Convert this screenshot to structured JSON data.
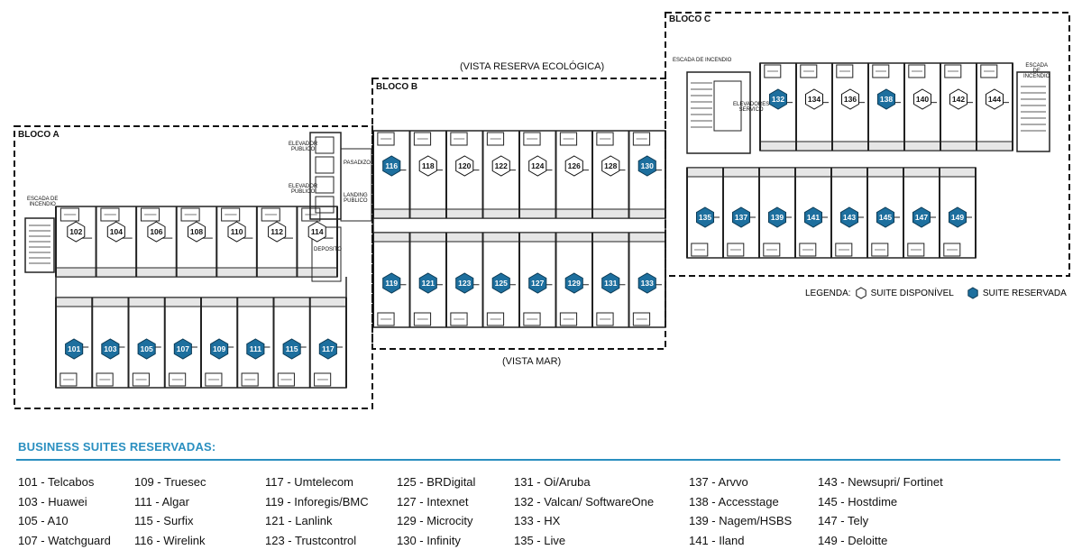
{
  "blocks": {
    "a": "BLOCO A",
    "b": "BLOCO B",
    "c": "BLOCO C"
  },
  "views": {
    "top": "(VISTA RESERVA ECOLÓGICA)",
    "bottom": "(VISTA MAR)"
  },
  "labels": {
    "escada_a": [
      "ESCADA DE",
      "INCENDIO"
    ],
    "escada_c_left": [
      "ESCADA DE INCENDIO"
    ],
    "escada_c_right": [
      "ESCADA",
      "DE",
      "INCENDIO"
    ],
    "elevador1": [
      "ELEVADOR",
      "PUBLICO"
    ],
    "elevador2": [
      "ELEVADOR",
      "PUBLICO"
    ],
    "pasadizo": [
      "PASADIZO"
    ],
    "landing": [
      "LANDING",
      "PUBLICO"
    ],
    "deposito": [
      "DEPOSITO"
    ],
    "elev_servico": [
      "ELEVADORES",
      "SERVICO"
    ]
  },
  "colors": {
    "reserved": "#1d6f9e",
    "available": "#ffffff",
    "accent": "#2a8fc0"
  },
  "legend": {
    "prefix": "LEGENDA:",
    "available": "SUITE DISPONÍVEL",
    "reserved": "SUITE RESERVADA"
  },
  "suites": {
    "a_top": [
      {
        "n": "102",
        "r": false
      },
      {
        "n": "104",
        "r": false
      },
      {
        "n": "106",
        "r": false
      },
      {
        "n": "108",
        "r": false
      },
      {
        "n": "110",
        "r": false
      },
      {
        "n": "112",
        "r": false
      },
      {
        "n": "114",
        "r": false
      }
    ],
    "a_bot": [
      {
        "n": "101",
        "r": true
      },
      {
        "n": "103",
        "r": true
      },
      {
        "n": "105",
        "r": true
      },
      {
        "n": "107",
        "r": true
      },
      {
        "n": "109",
        "r": true
      },
      {
        "n": "111",
        "r": true
      },
      {
        "n": "115",
        "r": true
      },
      {
        "n": "117",
        "r": true
      }
    ],
    "b_top": [
      {
        "n": "116",
        "r": true
      },
      {
        "n": "118",
        "r": false
      },
      {
        "n": "120",
        "r": false
      },
      {
        "n": "122",
        "r": false
      },
      {
        "n": "124",
        "r": false
      },
      {
        "n": "126",
        "r": false
      },
      {
        "n": "128",
        "r": false
      },
      {
        "n": "130",
        "r": true
      }
    ],
    "b_bot": [
      {
        "n": "119",
        "r": true
      },
      {
        "n": "121",
        "r": true
      },
      {
        "n": "123",
        "r": true
      },
      {
        "n": "125",
        "r": true
      },
      {
        "n": "127",
        "r": true
      },
      {
        "n": "129",
        "r": true
      },
      {
        "n": "131",
        "r": true
      },
      {
        "n": "133",
        "r": true
      }
    ],
    "c_top": [
      {
        "n": "132",
        "r": true
      },
      {
        "n": "134",
        "r": false
      },
      {
        "n": "136",
        "r": false
      },
      {
        "n": "138",
        "r": true
      },
      {
        "n": "140",
        "r": false
      },
      {
        "n": "142",
        "r": false
      },
      {
        "n": "144",
        "r": false
      }
    ],
    "c_bot": [
      {
        "n": "135",
        "r": true
      },
      {
        "n": "137",
        "r": true
      },
      {
        "n": "139",
        "r": true
      },
      {
        "n": "141",
        "r": true
      },
      {
        "n": "143",
        "r": true
      },
      {
        "n": "145",
        "r": true
      },
      {
        "n": "147",
        "r": true
      },
      {
        "n": "149",
        "r": true
      }
    ]
  },
  "reserved_title": "BUSINESS SUITES RESERVADAS:",
  "reserved_list": [
    [
      "101 - Telcabos",
      "103 - Huawei",
      "105 - A10",
      "107 - Watchguard"
    ],
    [
      "109 - Truesec",
      "111 - Algar",
      "115 - Surfix",
      "116 - Wirelink"
    ],
    [
      "117 - Umtelecom",
      "119 - Inforegis/BMC",
      "121 - Lanlink",
      "123 - Trustcontrol"
    ],
    [
      "125 - BRDigital",
      "127 - Intexnet",
      "129 - Microcity",
      "130 - Infinity"
    ],
    [
      "131 - Oi/Aruba",
      "132 - Valcan/ SoftwareOne",
      "133 - HX",
      "135 - Live"
    ],
    [
      "137 - Arvvo",
      "138 - Accesstage",
      "139 - Nagem/HSBS",
      "141 - Iland"
    ],
    [
      "143 - Newsupri/ Fortinet",
      "145 - Hostdime",
      "147 - Tely",
      "149 - Deloitte"
    ]
  ]
}
